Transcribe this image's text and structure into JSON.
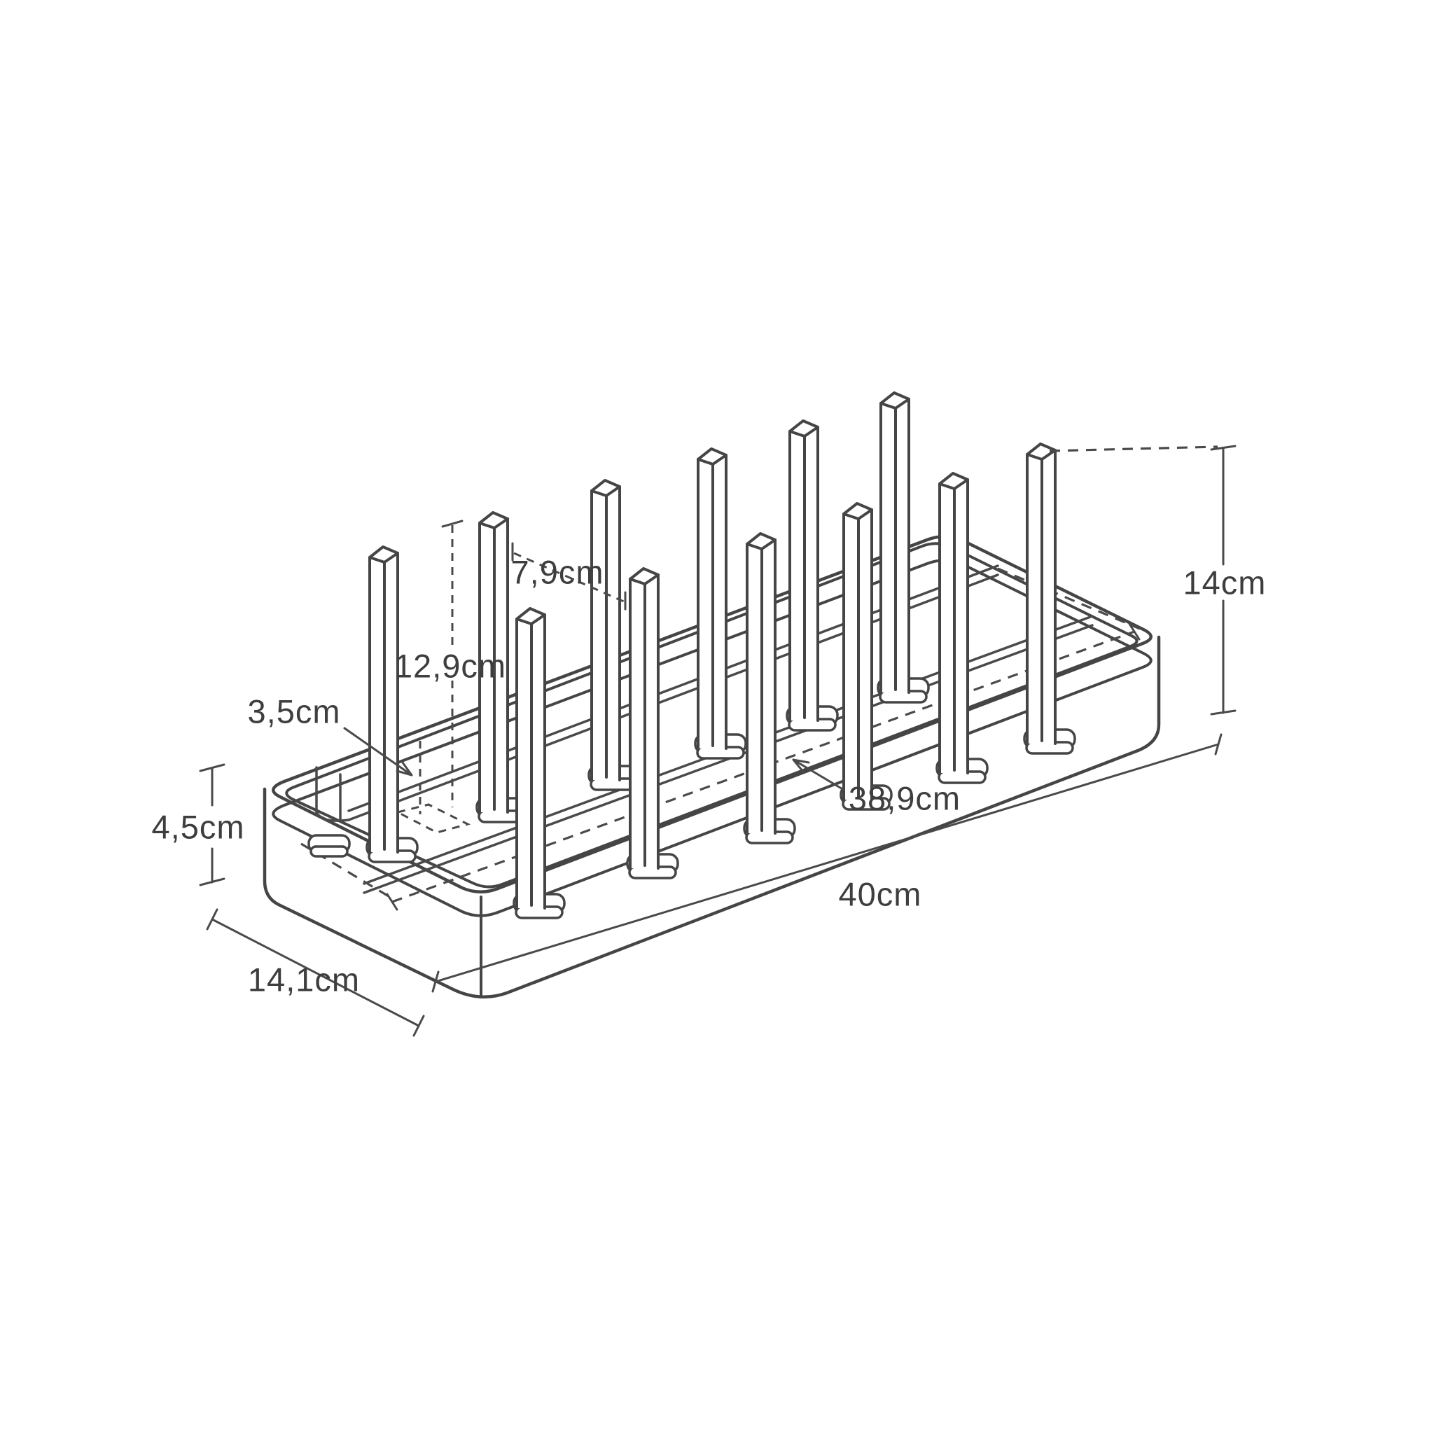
{
  "figure": {
    "type": "product-dimension-diagram",
    "object": "dish drainer tray with vertical pegs",
    "view": "isometric line drawing",
    "peg_count": 12,
    "peg_rows": 2,
    "pegs_per_row": 6
  },
  "colors": {
    "background": "#ffffff",
    "line": "#454545",
    "text": "#3e3e3e"
  },
  "dimensions": {
    "peg_height": "12,9cm",
    "row_spacing": "7,9cm",
    "slot_pitch": "3,5cm",
    "tray_height": "4,5cm",
    "tray_depth": "14,1cm",
    "outer_length": "40cm",
    "inner_length": "38,9cm",
    "total_height": "14cm"
  }
}
